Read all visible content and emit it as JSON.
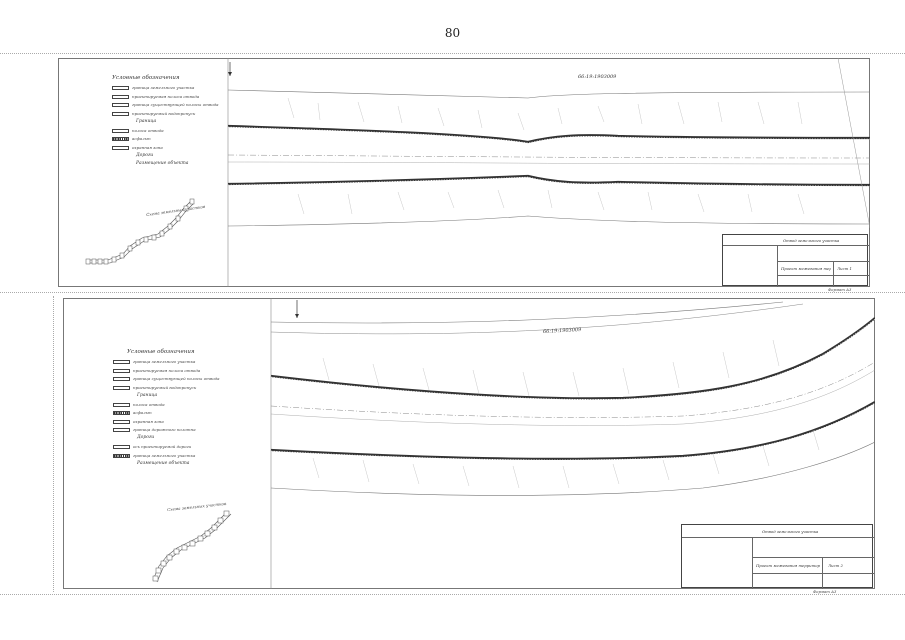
{
  "page": {
    "number": "80"
  },
  "sheet1": {
    "legend_title": "Условные обозначения",
    "legend_items": [
      "граница земельного участка",
      "проектируемая полоса отвода",
      "граница существующей полосы отвода",
      "проектируемый водопропуск"
    ],
    "legend_sub1": "Граница",
    "legend_items2": [
      "полоса отвода",
      "асфальт",
      "охранная зона"
    ],
    "legend_sub2": "Дороги",
    "legend_sub3": "Размещение объекта",
    "scheme_label": "Схема земельных участков",
    "cadastral": "66:19:1903009",
    "stamp_title": "Отвод земельного участка",
    "stamp_row1": "Проект межевания территории",
    "stamp_row2": "Лист 1",
    "below_note": "Формат А3"
  },
  "sheet2": {
    "legend_title": "Условные обозначения",
    "legend_items": [
      "граница земельного участка",
      "проектируемая полоса отвода",
      "граница существующей полосы отвода",
      "проектируемый водопропуск"
    ],
    "legend_sub1": "Граница",
    "legend_items2": [
      "полоса отвода",
      "асфальт",
      "охранная зона",
      "граница дорожного полотна"
    ],
    "legend_sub2": "Дороги",
    "legend_items3": [
      "ось проектируемой дороги",
      "граница земельного участка"
    ],
    "legend_sub3": "Размещение объекта",
    "scheme_label": "Схема земельных участков",
    "cadastral": "66:19:1903009",
    "stamp_title": "Отвод земельного участка",
    "stamp_row1": "Проект межевания территории",
    "stamp_row2": "Лист 2",
    "below_note": "Формат А3"
  }
}
